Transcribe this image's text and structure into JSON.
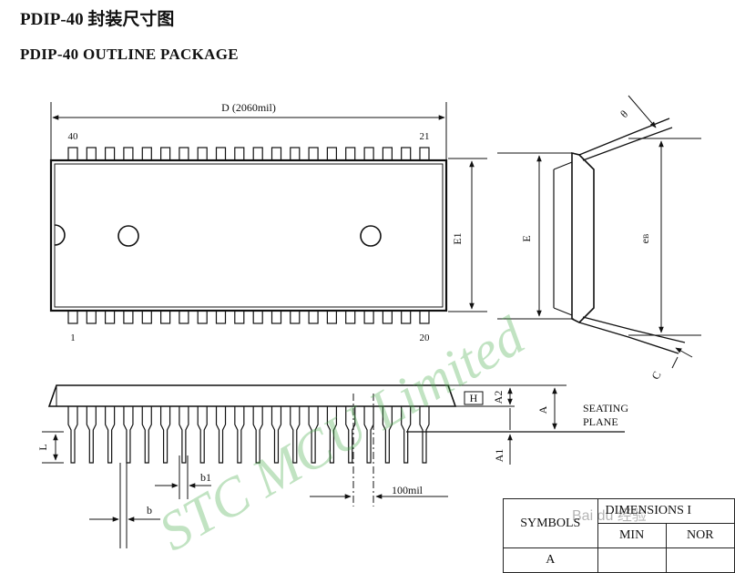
{
  "title_cn": "PDIP-40 封装尺寸图",
  "title_en": "PDIP-40 OUTLINE PACKAGE",
  "top_view": {
    "dimension_d": "D (2060mil)",
    "pin_top_left": "40",
    "pin_top_right": "21",
    "pin_bottom_left": "1",
    "pin_bottom_right": "20",
    "label_e1": "E1",
    "pins_per_row": 20
  },
  "end_view": {
    "label_e": "E",
    "label_e_sub": "e",
    "label_e_sub_suffix": "B",
    "label_theta": "θ",
    "label_c": "C"
  },
  "side_view": {
    "label_h": "H",
    "label_a2": "A2",
    "label_a": "A",
    "label_a1": "A1",
    "label_l": "L",
    "label_b1": "b1",
    "label_b": "b",
    "label_pitch": "100mil",
    "seating_line1": "SEATING",
    "seating_line2": "PLANE"
  },
  "watermark": "STC MCU Limited",
  "corner_watermark": "Bai du 经验",
  "table": {
    "symbols_header": "SYMBOLS",
    "dimensions_header": "DIMENSIONS I",
    "min_header": "MIN",
    "nor_header": "NOR",
    "first_symbol": "A"
  }
}
